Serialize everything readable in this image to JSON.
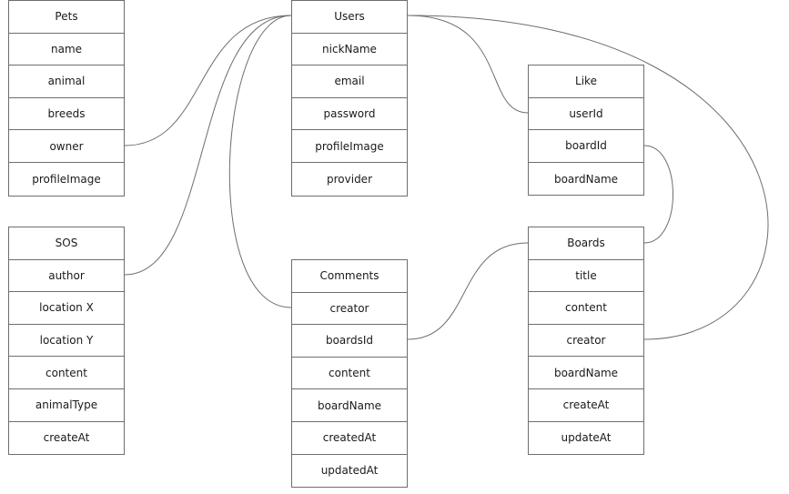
{
  "entities": {
    "pets": {
      "title": "Pets",
      "fields": [
        "name",
        "animal",
        "breeds",
        "owner",
        "profileImage"
      ]
    },
    "users": {
      "title": "Users",
      "fields": [
        "nickName",
        "email",
        "password",
        "profileImage",
        "provider"
      ]
    },
    "like": {
      "title": "Like",
      "fields": [
        "userId",
        "boardId",
        "boardName"
      ]
    },
    "sos": {
      "title": "SOS",
      "fields": [
        "author",
        "location X",
        "location Y",
        "content",
        "animalType",
        "createAt"
      ]
    },
    "comments": {
      "title": "Comments",
      "fields": [
        "creator",
        "boardsId",
        "content",
        "boardName",
        "createdAt",
        "updatedAt"
      ]
    },
    "boards": {
      "title": "Boards",
      "fields": [
        "title",
        "content",
        "creator",
        "boardName",
        "createAt",
        "updateAt"
      ]
    }
  },
  "relations": [
    {
      "from": "pets.owner",
      "to": "users.title"
    },
    {
      "from": "sos.author",
      "to": "users.title"
    },
    {
      "from": "comments.creator",
      "to": "users.title"
    },
    {
      "from": "like.userId",
      "to": "users.title"
    },
    {
      "from": "boards.creator",
      "to": "users.title"
    },
    {
      "from": "like.boardId",
      "to": "boards.title"
    },
    {
      "from": "comments.boardsId",
      "to": "boards.title"
    }
  ],
  "colors": {
    "line": "#6e6e6e",
    "border": "#6e6e6e",
    "text": "#1a1a1a"
  }
}
